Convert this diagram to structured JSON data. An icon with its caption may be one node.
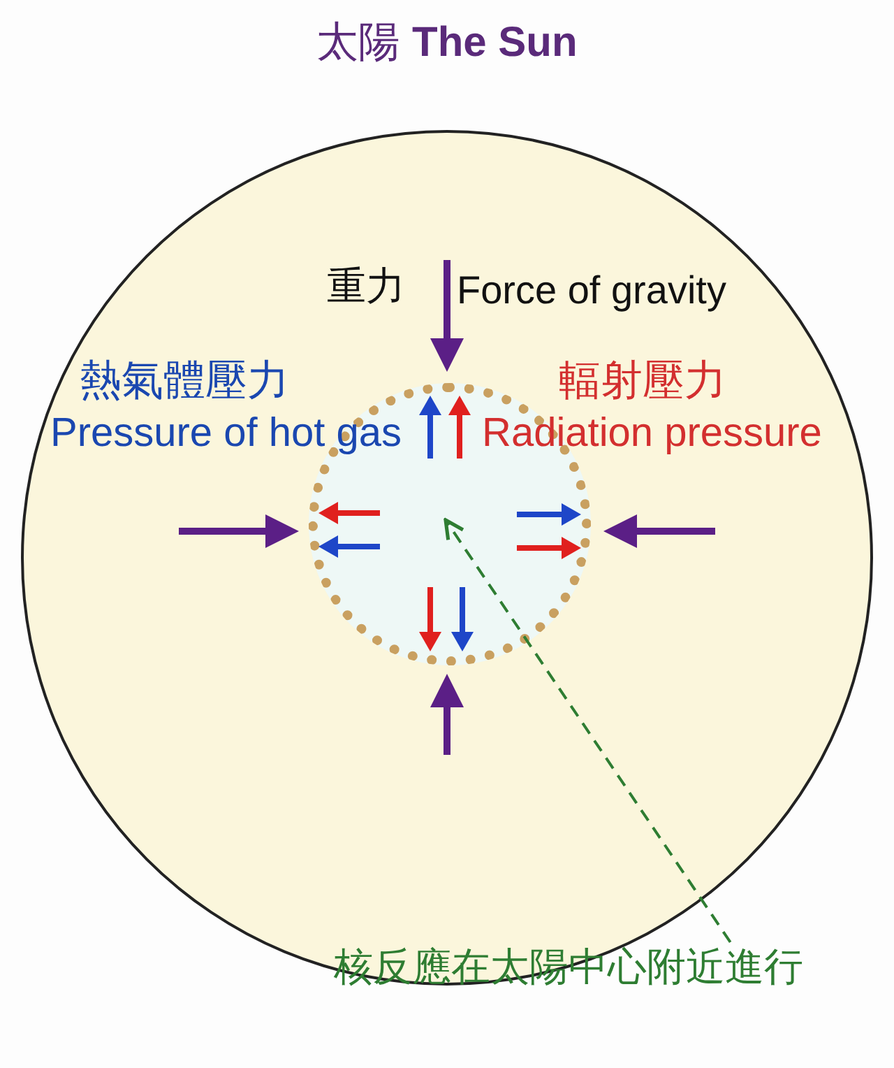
{
  "diagram": {
    "title": "太陽 **The Sun**",
    "nodes": [
      {
        "text": [],
        "shape": "circle"
      },
      {
        "text": [],
        "shape": "circle",
        "in": 0
      },
      {
        "text": [
          "核反應在太陽中心附近進行"
        ],
        "in": 0
      }
    ],
    "edges": [
      {
        "from": 2,
        "to": 1,
        "arrow": "to",
        "style": "dashed",
        "color": "#2e7d32"
      }
    ],
    "labels": [
      "重力",
      "Force of gravity",
      "熱氣體壓力",
      "Pressure of hot gas",
      "輻射壓力",
      "Radiation pressure"
    ]
  }
}
